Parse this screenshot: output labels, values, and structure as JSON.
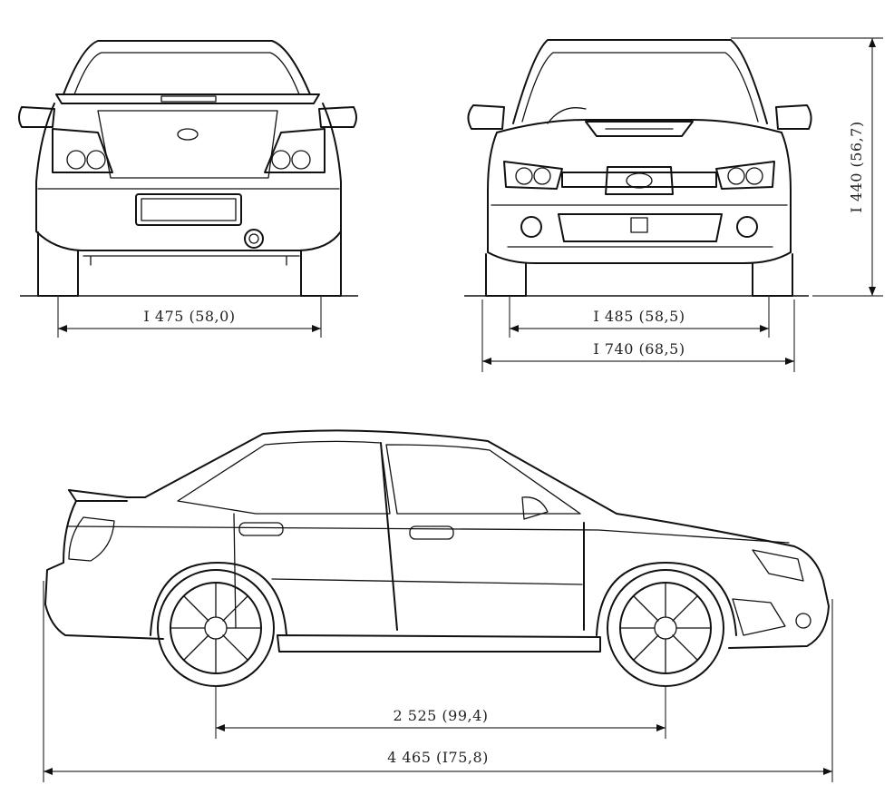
{
  "dimensions": {
    "rear_track": "I 475 (58,0)",
    "front_track": "I 485 (58,5)",
    "width": "I 740 (68,5)",
    "height": "I 440 (56,7)",
    "wheelbase": "2 525 (99,4)",
    "length": "4 465 (I75,8)"
  }
}
